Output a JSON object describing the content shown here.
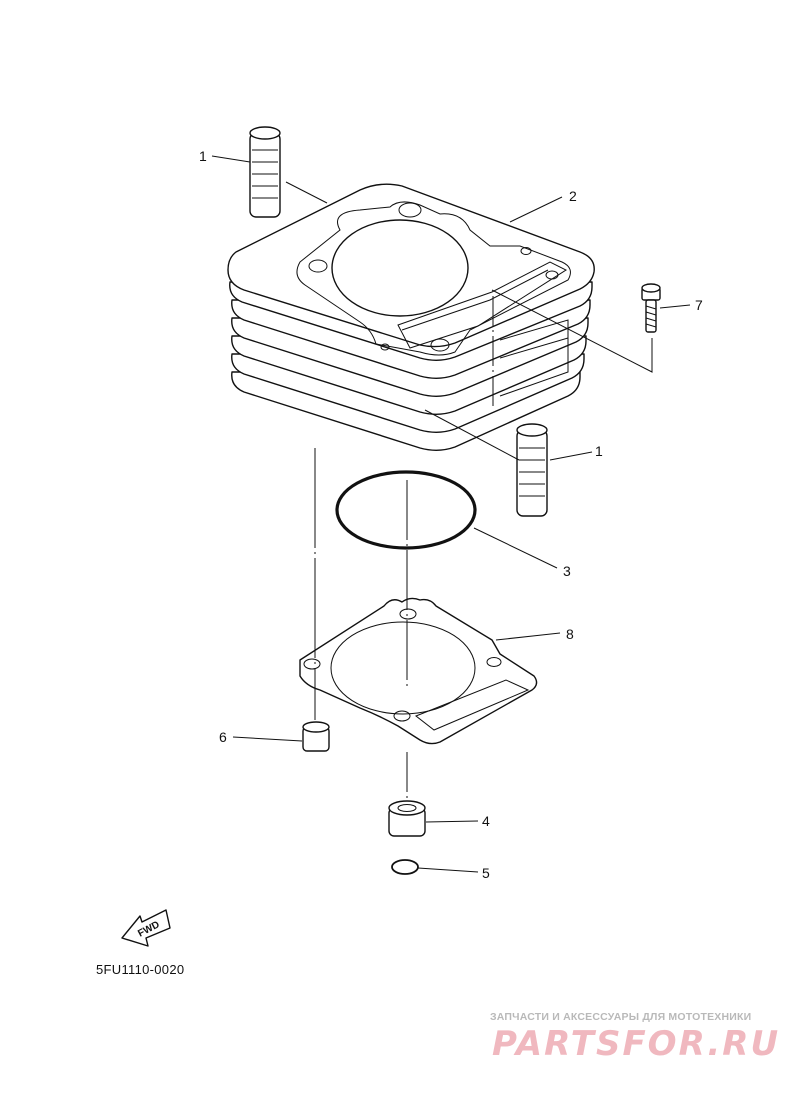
{
  "callouts": {
    "c1a": "1",
    "c1b": "1",
    "c2": "2",
    "c3": "3",
    "c4": "4",
    "c5": "5",
    "c6": "6",
    "c7": "7",
    "c8": "8"
  },
  "diagram_code": "5FU1110-0020",
  "fwd_label": "FWD",
  "watermark": {
    "tagline": "ЗАПЧАСТИ И АКСЕССУАРЫ ДЛЯ МОТОТЕХНИКИ",
    "logo": "PARTSFOR.RU"
  }
}
